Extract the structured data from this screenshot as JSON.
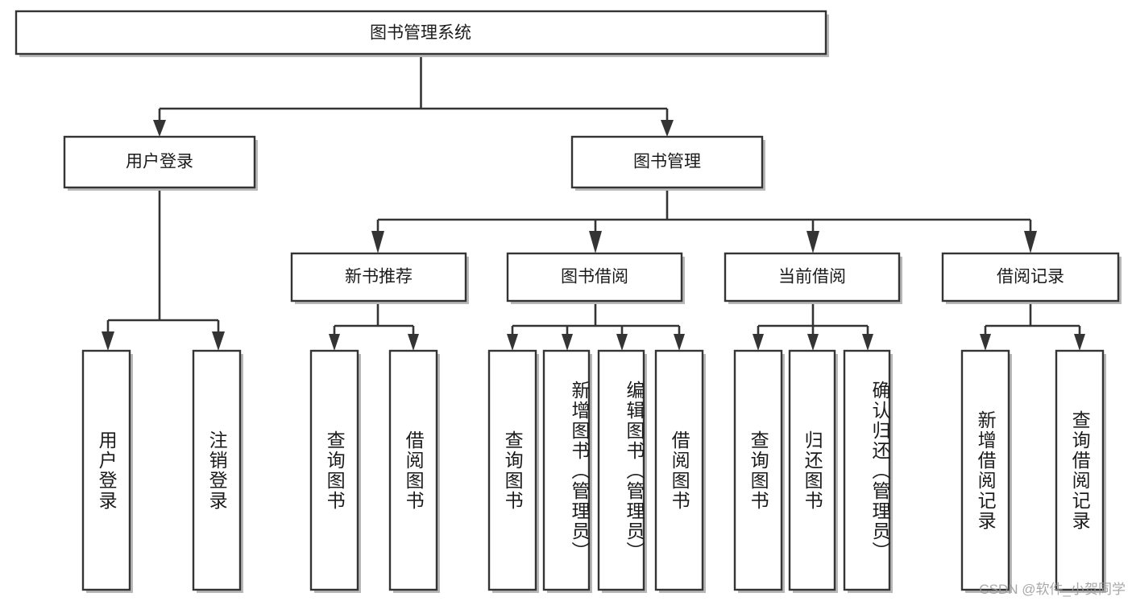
{
  "diagram": {
    "type": "tree-hierarchy",
    "title": "图书管理系统",
    "watermark": "CSDN @软件_小贺同学",
    "orientation": "top-down",
    "levels": 4,
    "nodes": {
      "root": {
        "label": "图书管理系统",
        "level": 0,
        "orientation": "horizontal"
      },
      "l1": [
        {
          "id": "user-login",
          "label": "用户登录",
          "level": 1,
          "orientation": "horizontal"
        },
        {
          "id": "book-manage",
          "label": "图书管理",
          "level": 1,
          "orientation": "horizontal"
        }
      ],
      "l2": [
        {
          "id": "new-book-rec",
          "label": "新书推荐",
          "level": 2,
          "orientation": "horizontal",
          "parent": "book-manage"
        },
        {
          "id": "book-borrow",
          "label": "图书借阅",
          "level": 2,
          "orientation": "horizontal",
          "parent": "book-manage"
        },
        {
          "id": "current-borrow",
          "label": "当前借阅",
          "level": 2,
          "orientation": "horizontal",
          "parent": "book-manage"
        },
        {
          "id": "borrow-record",
          "label": "借阅记录",
          "level": 2,
          "orientation": "horizontal",
          "parent": "book-manage"
        }
      ],
      "leaves": [
        {
          "id": "leaf-user-login",
          "label": "用户登录",
          "parent": "user-login",
          "orientation": "vertical"
        },
        {
          "id": "leaf-logout",
          "label": "注销登录",
          "parent": "user-login",
          "orientation": "vertical"
        },
        {
          "id": "leaf-query-book-1",
          "label": "查询图书",
          "parent": "new-book-rec",
          "orientation": "vertical"
        },
        {
          "id": "leaf-borrow-book-1",
          "label": "借阅图书",
          "parent": "new-book-rec",
          "orientation": "vertical"
        },
        {
          "id": "leaf-query-book-2",
          "label": "查询图书",
          "parent": "book-borrow",
          "orientation": "vertical"
        },
        {
          "id": "leaf-add-book",
          "label": "新增图书（管理员）",
          "parent": "book-borrow",
          "orientation": "vertical"
        },
        {
          "id": "leaf-edit-book",
          "label": "编辑图书（管理员）",
          "parent": "book-borrow",
          "orientation": "vertical"
        },
        {
          "id": "leaf-borrow-book-2",
          "label": "借阅图书",
          "parent": "book-borrow",
          "orientation": "vertical"
        },
        {
          "id": "leaf-query-book-3",
          "label": "查询图书",
          "parent": "current-borrow",
          "orientation": "vertical"
        },
        {
          "id": "leaf-return-book",
          "label": "归还图书",
          "parent": "current-borrow",
          "orientation": "vertical"
        },
        {
          "id": "leaf-confirm-return",
          "label": "确认归还（管理员）",
          "parent": "current-borrow",
          "orientation": "vertical"
        },
        {
          "id": "leaf-add-record",
          "label": "新增借阅记录",
          "parent": "borrow-record",
          "orientation": "vertical"
        },
        {
          "id": "leaf-query-record",
          "label": "查询借阅记录",
          "parent": "borrow-record",
          "orientation": "vertical"
        }
      ]
    },
    "colors": {
      "box_fill": "#ffffff",
      "box_stroke": "#343434",
      "text": "#1b1b1b",
      "connector": "#343434",
      "shadow": "#b8b8b8",
      "watermark": "#9a9a9a",
      "background": "#ffffff"
    }
  }
}
